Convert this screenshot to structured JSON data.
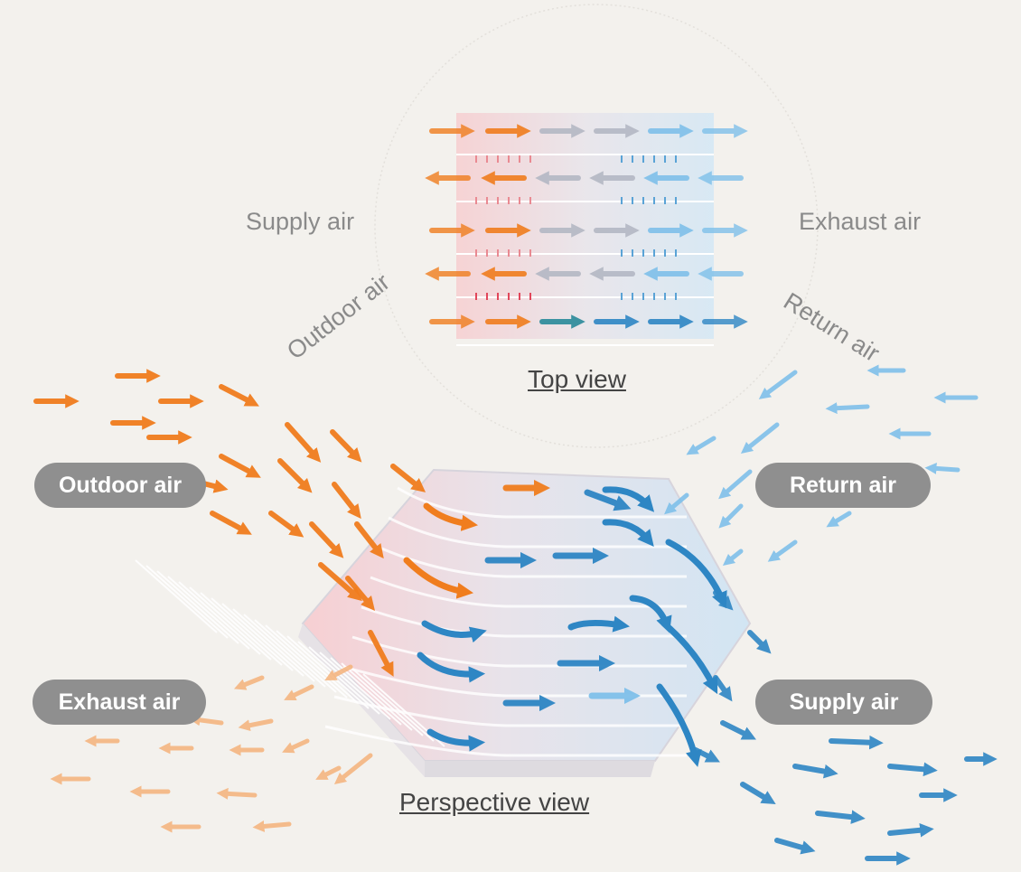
{
  "top_view": {
    "supply_label": "Supply air",
    "exhaust_label": "Exhaust air",
    "outdoor_label": "Outdoor air",
    "return_label": "Return air",
    "caption": "Top view"
  },
  "perspective_view": {
    "outdoor_pill": "Outdoor air",
    "return_pill": "Return air",
    "exhaust_pill": "Exhaust air",
    "supply_pill": "Supply air",
    "caption": "Perspective view"
  },
  "colors": {
    "warm": "#f07d1e",
    "warm_light": "#f5b27a",
    "cool": "#2e86c4",
    "cool_light": "#7fc0ea",
    "neutral": "#b4b8c4",
    "pill": "#8f8f8f",
    "background": "#f3f1ed"
  },
  "icons": {
    "arrow": "right-arrow-icon",
    "heat_transfer": "small-up-down-arrow-icon"
  }
}
